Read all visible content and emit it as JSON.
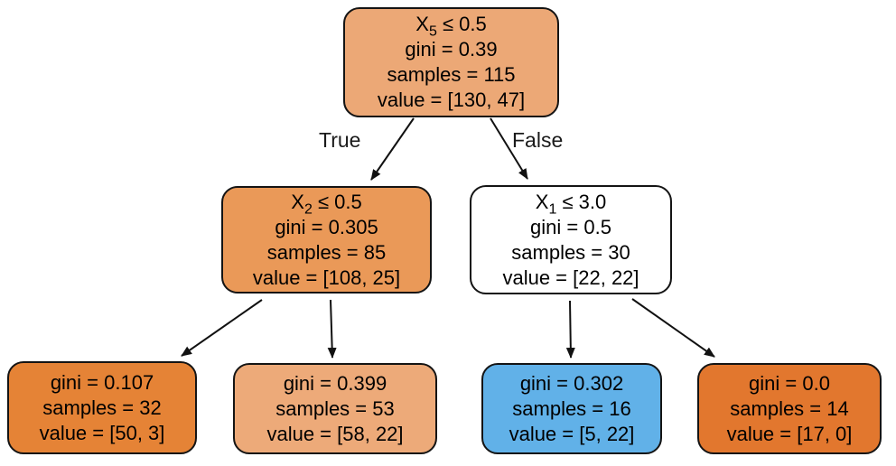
{
  "diagram": {
    "kind": "decision-tree",
    "edge_labels": {
      "true_label": "True",
      "false_label": "False"
    },
    "colors": {
      "root_fill": "#eca876",
      "left_internal_fill": "#ea9958",
      "right_internal_fill": "#ffffff",
      "leaf1_fill": "#e58336",
      "leaf2_fill": "#edaa79",
      "leaf3_fill": "#61b1e8",
      "leaf4_fill": "#e2772e",
      "node_border": "#141414",
      "text": "#000000",
      "edge_stroke": "#111111"
    },
    "nodes": {
      "root": {
        "split_var": "X",
        "split_sub": "5",
        "split_rest": " ≤ 0.5",
        "gini": "gini = 0.39",
        "samples": "samples = 115",
        "value": "value = [130, 47]",
        "fill": "#eca876"
      },
      "left": {
        "split_var": "X",
        "split_sub": "2",
        "split_rest": " ≤ 0.5",
        "gini": "gini = 0.305",
        "samples": "samples = 85",
        "value": "value = [108, 25]",
        "fill": "#ea9958"
      },
      "right": {
        "split_var": "X",
        "split_sub": "1",
        "split_rest": " ≤ 3.0",
        "gini": "gini = 0.5",
        "samples": "samples = 30",
        "value": "value = [22, 22]",
        "fill": "#ffffff"
      },
      "leaf1": {
        "gini": "gini = 0.107",
        "samples": "samples = 32",
        "value": "value = [50, 3]",
        "fill": "#e58336"
      },
      "leaf2": {
        "gini": "gini = 0.399",
        "samples": "samples = 53",
        "value": "value = [58, 22]",
        "fill": "#edaa79"
      },
      "leaf3": {
        "gini": "gini = 0.302",
        "samples": "samples = 16",
        "value": "value = [5, 22]",
        "fill": "#61b1e8"
      },
      "leaf4": {
        "gini": "gini = 0.0",
        "samples": "samples = 14",
        "value": "value = [17, 0]",
        "fill": "#e2772e"
      }
    }
  }
}
